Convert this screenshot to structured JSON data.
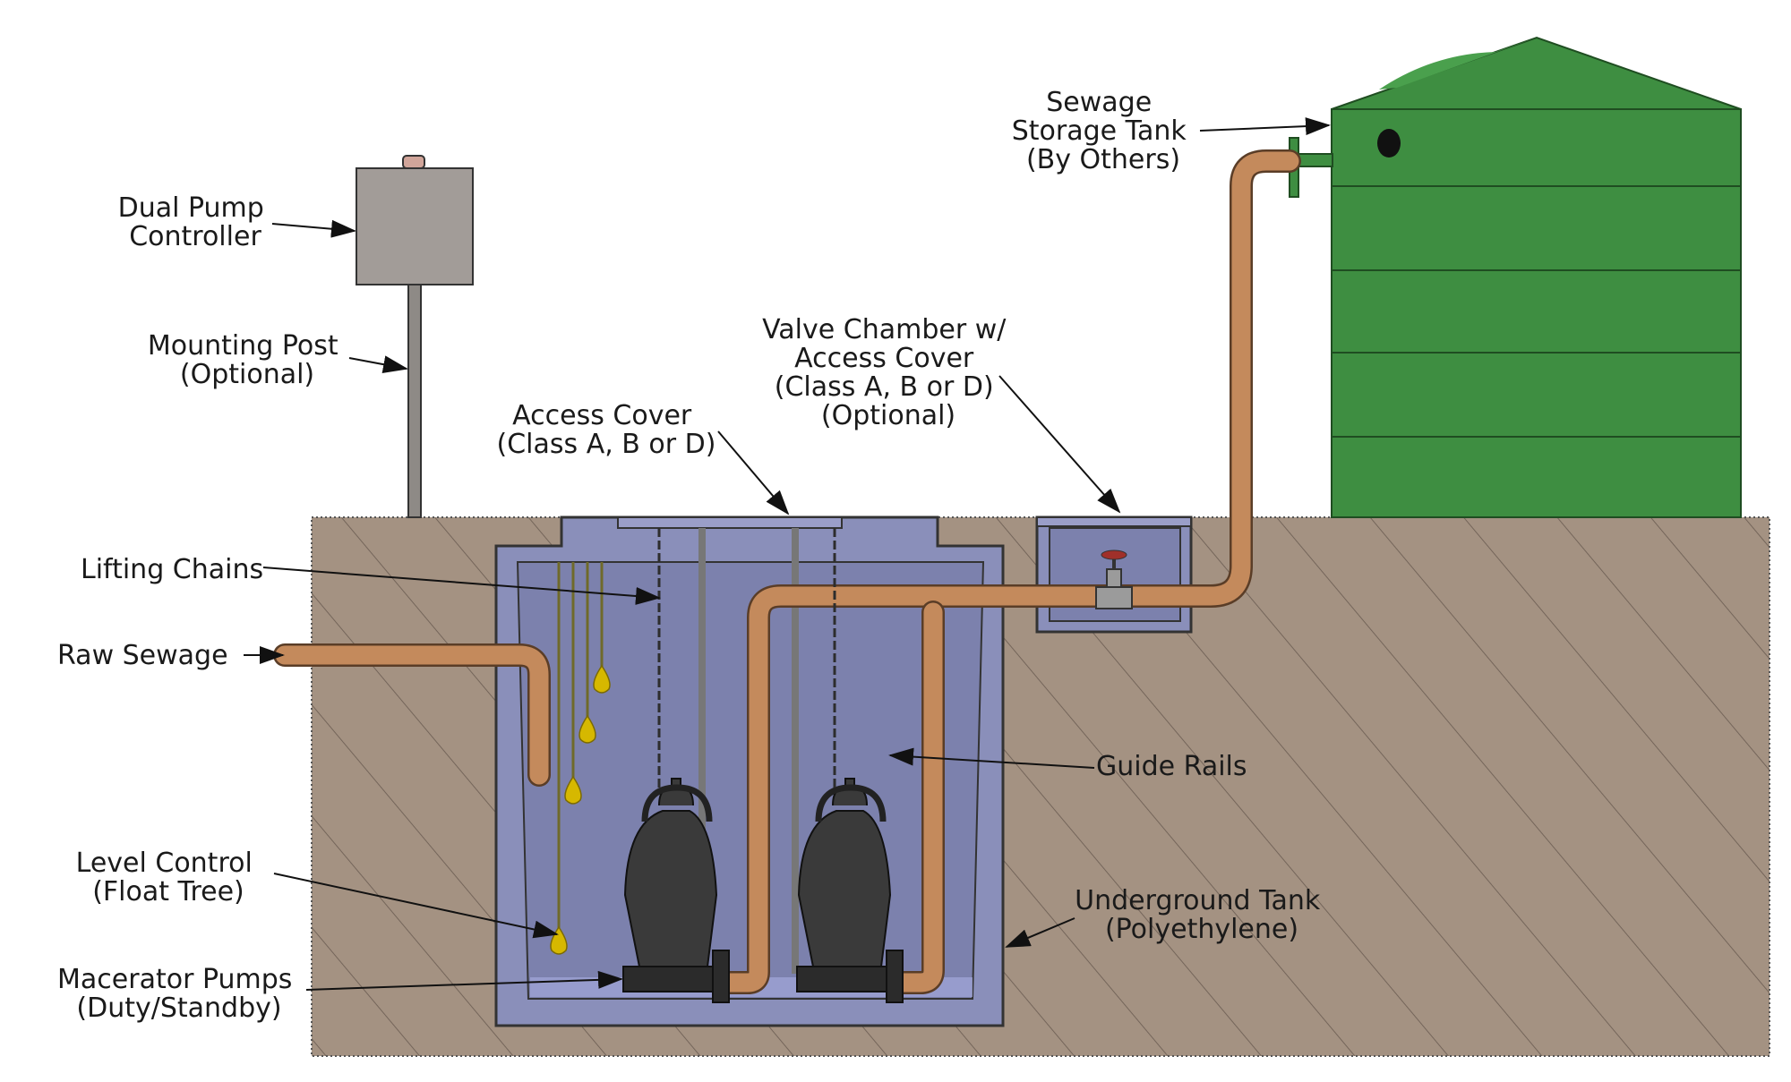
{
  "labels": {
    "controller": [
      "Dual Pump",
      "Controller"
    ],
    "post": [
      "Mounting Post",
      "(Optional)"
    ],
    "storage": [
      "Sewage",
      "Storage Tank",
      "(By Others)"
    ],
    "valve": [
      "Valve Chamber w/",
      "Access Cover",
      "(Class A, B or D)",
      "(Optional)"
    ],
    "access": [
      "Access Cover",
      "(Class A, B or D)"
    ],
    "chains": [
      "Lifting Chains"
    ],
    "raw": [
      "Raw Sewage"
    ],
    "rails": [
      "Guide Rails"
    ],
    "level": [
      "Level Control",
      "(Float Tree)"
    ],
    "underground": [
      "Underground Tank",
      "(Polyethylene)"
    ],
    "macerator": [
      "Macerator Pumps",
      "(Duty/Standby)"
    ]
  },
  "colors": {
    "soil": "#a49282",
    "tank": "#8a8fba",
    "tank_inner": "#7c81ad",
    "pipe": "#c48a5c",
    "storage_tank": "#3e8e41",
    "controller": "#a29c98",
    "pump": "#3a3a3a",
    "float": "#d6b800"
  }
}
